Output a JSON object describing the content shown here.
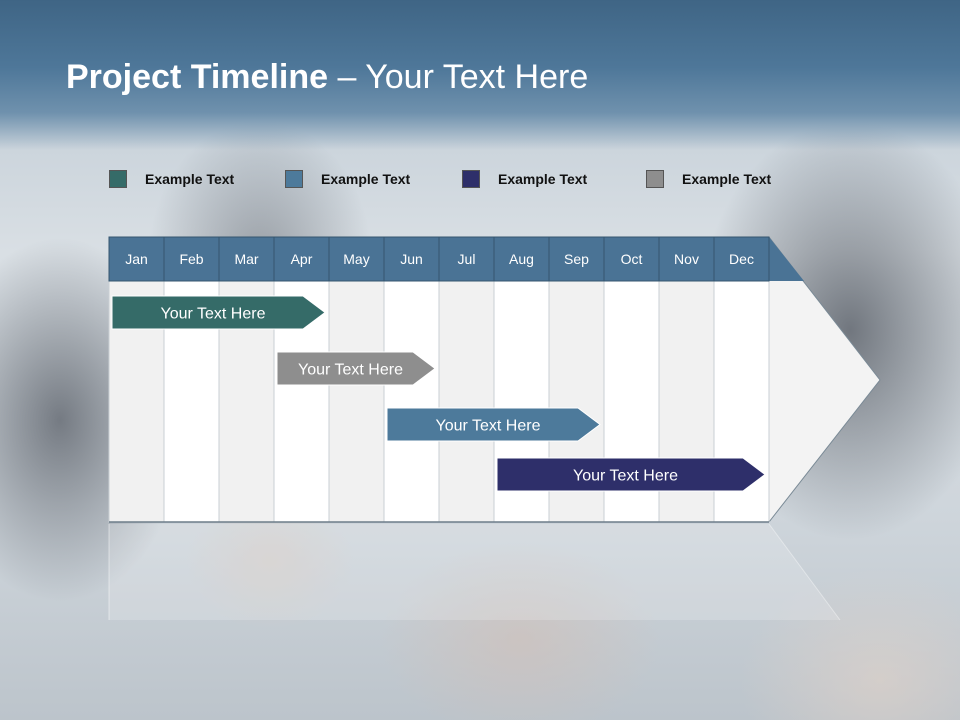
{
  "slide": {
    "title_bold": "Project Timeline",
    "title_rest": " – Your Text Here"
  },
  "legend": [
    {
      "label": "Example Text",
      "color": "#356b68"
    },
    {
      "label": "Example Text",
      "color": "#4d7a9b"
    },
    {
      "label": "Example Text",
      "color": "#2e2f6a"
    },
    {
      "label": "Example Text",
      "color": "#8e8e8e"
    }
  ],
  "timeline": {
    "months": [
      "Jan",
      "Feb",
      "Mar",
      "Apr",
      "May",
      "Jun",
      "Jul",
      "Aug",
      "Sep",
      "Oct",
      "Nov",
      "Dec"
    ],
    "header_color": "#4a7395",
    "tasks": [
      {
        "label": "Your  Text Here",
        "start": "Jan",
        "end": "Apr",
        "color": "#356b68"
      },
      {
        "label": "Your  Text Here",
        "start": "Apr",
        "end": "Jun",
        "color": "#8e8e8e"
      },
      {
        "label": "Your  Text Here",
        "start": "Jun",
        "end": "Sep",
        "color": "#4d7a9b"
      },
      {
        "label": "Your  Text Here",
        "start": "Aug",
        "end": "Dec",
        "color": "#2e2f6a"
      }
    ]
  }
}
